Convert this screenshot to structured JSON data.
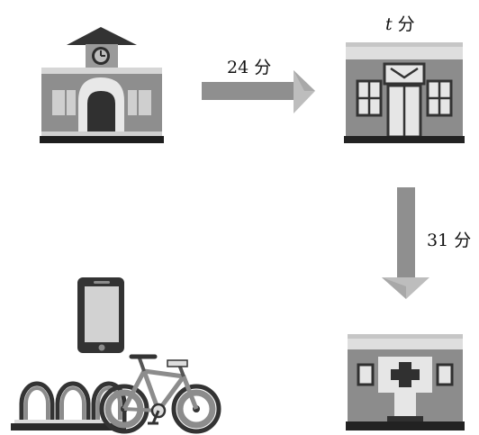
{
  "labels": {
    "school_to_store_time": "24 分",
    "store_time_var": "t",
    "store_time_unit": " 分",
    "store_to_hospital_time": "31 分"
  },
  "icons": [
    "school-icon",
    "arrow-right-icon",
    "convenience-store-icon",
    "arrow-down-icon",
    "hospital-icon",
    "smartphone-icon",
    "bicycle-rack-icon",
    "bicycle-icon"
  ],
  "colors": {
    "dark": "#333333",
    "mid_gray": "#8c8c8c",
    "light_gray": "#d0d0d0",
    "arrow": "#8f8f8f"
  }
}
